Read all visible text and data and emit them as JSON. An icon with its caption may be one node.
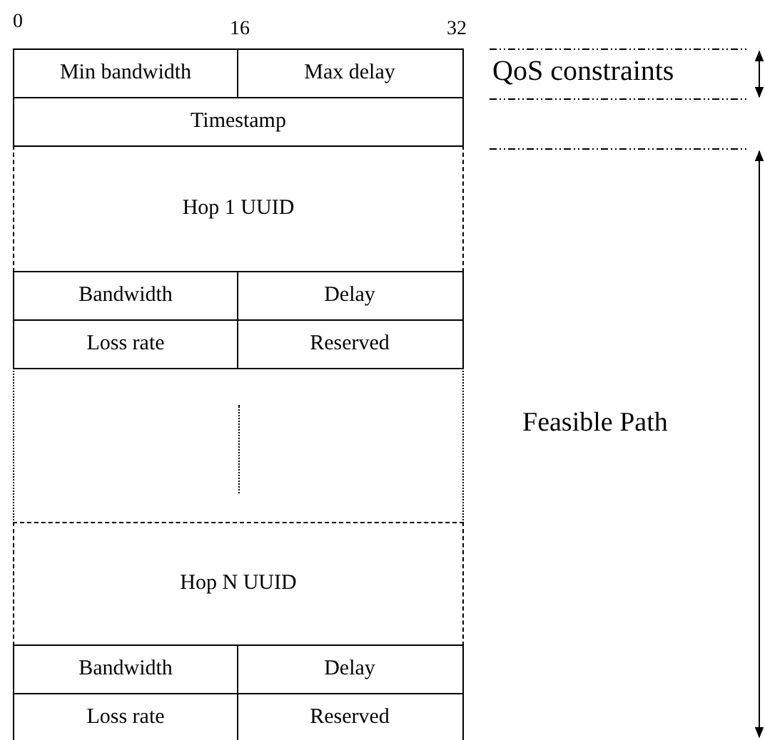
{
  "diagram": {
    "nodes": [
      {
        "text": [
          "Min bandwidth"
        ]
      },
      {
        "text": [
          "Max delay"
        ]
      },
      {
        "text": [
          "Timestamp"
        ]
      },
      {
        "text": [
          "Hop 1 UUID"
        ]
      },
      {
        "text": [
          "Bandwidth"
        ]
      },
      {
        "text": [
          "Delay"
        ]
      },
      {
        "text": [
          "Loss rate"
        ]
      },
      {
        "text": [
          "Reserved"
        ]
      },
      {
        "text": [],
        "shape": "box"
      },
      {
        "text": [
          "Hop N UUID"
        ]
      },
      {
        "text": [
          "Bandwidth"
        ]
      },
      {
        "text": [
          "Delay"
        ]
      },
      {
        "text": [
          "Loss rate"
        ]
      },
      {
        "text": [
          "Reserved"
        ]
      }
    ],
    "edges": [],
    "labels": [
      "0",
      "16",
      "32",
      "QoS constraints",
      "Feasible Path"
    ]
  }
}
